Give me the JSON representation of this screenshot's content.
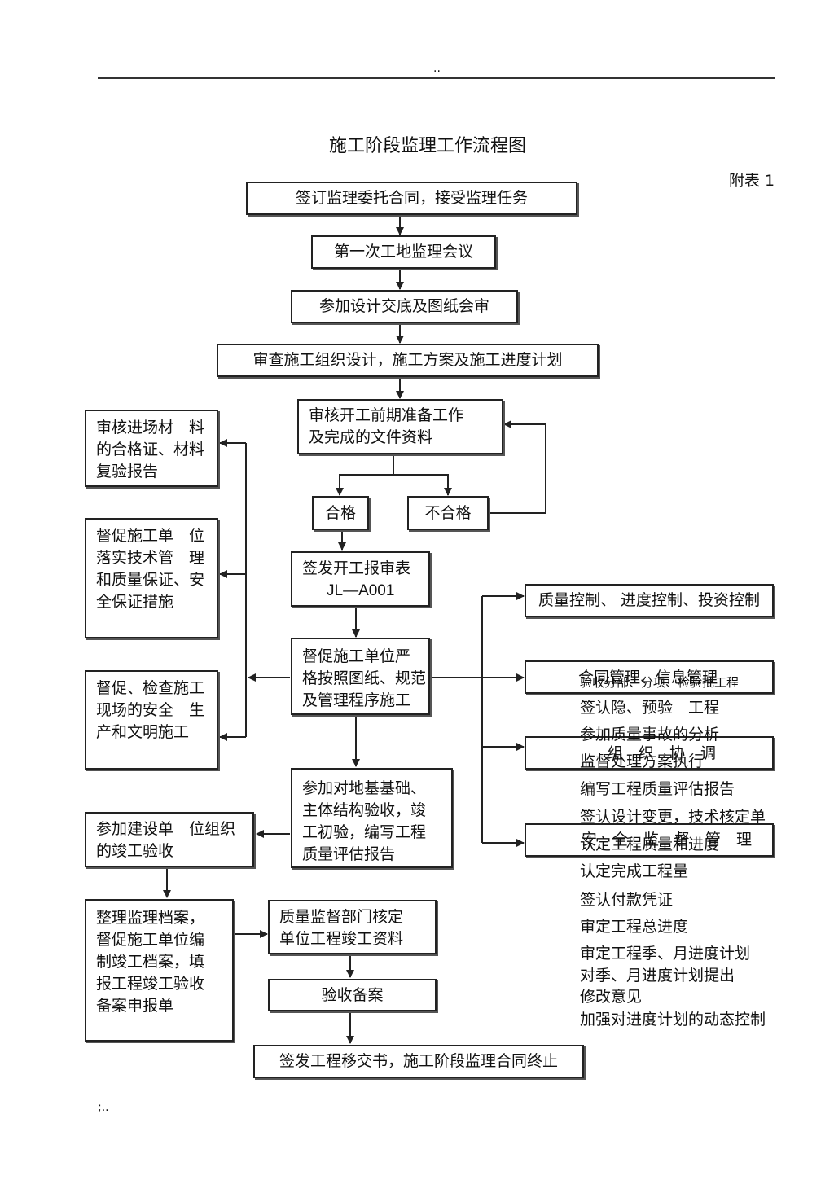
{
  "header_mark": "..",
  "footer_mark": ";..",
  "title": "施工阶段监理工作流程图",
  "annex": "附表  1",
  "main_flow": {
    "sign_contract": "签订监理委托合同，接受监理任务",
    "first_meeting": "第一次工地监理会议",
    "design_review": "参加设计交底及图纸会审",
    "review_org_design": "审查施工组织设计，施工方案及施工进度计划",
    "review_prep": [
      "审核开工前期准备工作",
      "及完成的文件资料"
    ],
    "qualified": "合格",
    "unqualified": "不合格",
    "issue_start": [
      "签发开工报审表",
      "JL—A001"
    ],
    "urge_strict": [
      "督促施工单位严",
      "格按照图纸、规范",
      "及管理程序施工"
    ],
    "acceptance": [
      "参加对地基基础、",
      "主体结构验收，竣",
      "工初验，编写工程",
      "质量评估报告"
    ],
    "quality_dept": [
      "质量监督部门核定",
      "单位工程竣工资料"
    ],
    "filing": "验收备案",
    "hand_over": "签发工程移交书，施工阶段监理合同终止"
  },
  "left_flow": {
    "review_materials": [
      "审核进场材　料",
      "的合格证、材料",
      "复验报告"
    ],
    "urge_tech": [
      "督促施工单　位",
      "落实技术管　理",
      "和质量保证、安",
      "全保证措施"
    ],
    "urge_safety": [
      "督促、检查施工",
      "现场的安全　生",
      "产和文明施工"
    ],
    "owner_acceptance": [
      "参加建设单　位组织",
      "的竣工验收"
    ],
    "archive": [
      "整理监理档案，",
      "督促施工单位编",
      "制竣工档案，填",
      "报工程竣工验收",
      "备案申报单"
    ]
  },
  "right_flow": {
    "controls": "质量控制、 进度控制、投资控制",
    "contract_info": "合同管理、信息管理",
    "coordination": "组　织　协　调",
    "safety": "安　全　监　督　管　理"
  },
  "right_list": [
    "验收分部、分项、检验批工程",
    "签认隐、预验　工程",
    "参加质量事故的分析",
    "监督处理方案执行",
    "编写工程质量评估报告",
    "签认设计变更，技术核定单",
    "认定工程质量和进度",
    "认定完成工程量",
    "签认付款凭证",
    "审定工程总进度",
    "审定工程季、月进度计划",
    "对季、月进度计划提出",
    "修改意见",
    "加强对进度计划的动态控制"
  ]
}
